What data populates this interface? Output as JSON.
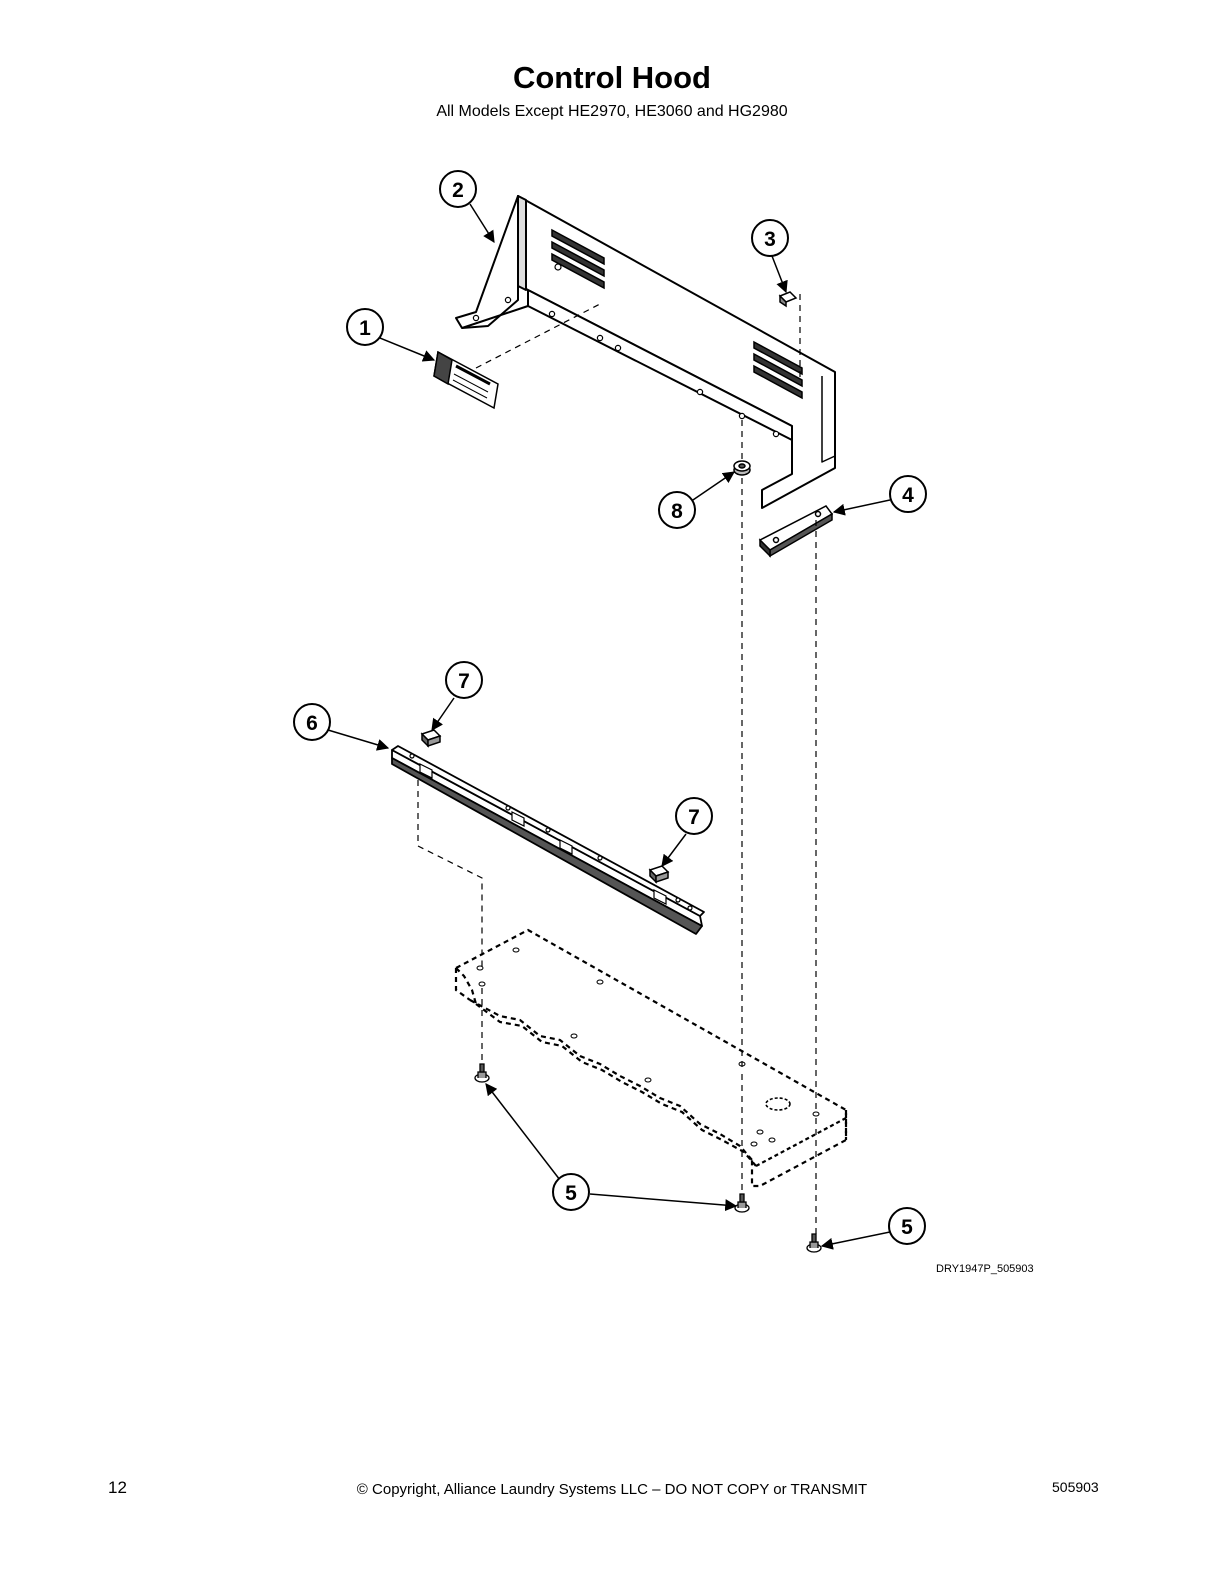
{
  "header": {
    "title": "Control Hood",
    "subtitle": "All Models Except HE2970, HE3060 and HG2980"
  },
  "diagram": {
    "callouts": [
      "1",
      "2",
      "3",
      "4",
      "5",
      "6",
      "7",
      "8"
    ],
    "figure_id": "DRY1947P_505903"
  },
  "footer": {
    "page_number": "12",
    "copyright": "© Copyright, Alliance Laundry Systems LLC – DO NOT COPY or TRANSMIT",
    "doc_number": "505903"
  }
}
